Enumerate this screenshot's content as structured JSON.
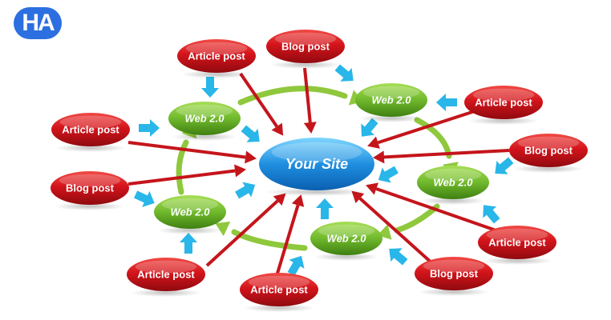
{
  "logo": {
    "text": "HA",
    "color": "#2c6fe0"
  },
  "center": {
    "label": "Your Site",
    "color": "#1d8fd8"
  },
  "colors": {
    "red_node": "#c8101a",
    "green_node": "#6ab42a",
    "red_arrow": "#c4151b",
    "blue_arrow": "#29b6e8",
    "green_arrow": "#8fc83c"
  },
  "web20_label": "Web 2.0",
  "sources": [
    {
      "label": "Article post",
      "target": "web1"
    },
    {
      "label": "Blog post",
      "target": "center"
    },
    {
      "label": "Article post",
      "target": "web2"
    },
    {
      "label": "Blog post",
      "target": "web3"
    },
    {
      "label": "Article post",
      "target": "web1"
    },
    {
      "label": "Blog post",
      "target": "web4"
    },
    {
      "label": "Article post",
      "target": "web4"
    },
    {
      "label": "Article post",
      "target": "web5"
    },
    {
      "label": "Blog post",
      "target": "web5"
    },
    {
      "label": "Article post",
      "target": "web3"
    }
  ]
}
